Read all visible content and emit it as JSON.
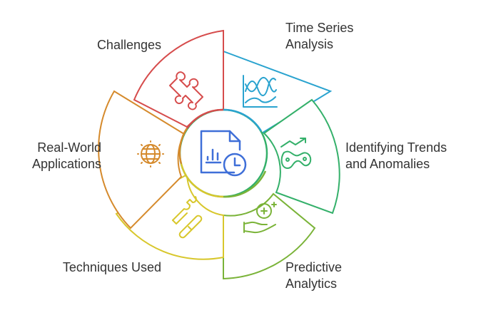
{
  "segments": [
    {
      "id": "time-series",
      "label_lines": [
        "Time Series",
        "Analysis"
      ],
      "color": "#2aa3cf",
      "icon": "wave-chart-icon"
    },
    {
      "id": "trends",
      "label_lines": [
        "Identifying Trends",
        "and Anomalies"
      ],
      "color": "#34b06a",
      "icon": "trend-pattern-icon"
    },
    {
      "id": "predictive",
      "label_lines": [
        "Predictive",
        "Analytics"
      ],
      "color": "#7ab338",
      "icon": "hand-coin-icon"
    },
    {
      "id": "techniques",
      "label_lines": [
        "Techniques Used"
      ],
      "color": "#d8c72c",
      "icon": "tools-icon"
    },
    {
      "id": "real-world",
      "label_lines": [
        "Real-World",
        "Applications"
      ],
      "color": "#d58a2c",
      "icon": "globe-icon"
    },
    {
      "id": "challenges",
      "label_lines": [
        "Challenges"
      ],
      "color": "#d64c4c",
      "icon": "puzzle-icon"
    }
  ],
  "center": {
    "icon": "report-clock-icon",
    "color": "#3f6fd8"
  }
}
